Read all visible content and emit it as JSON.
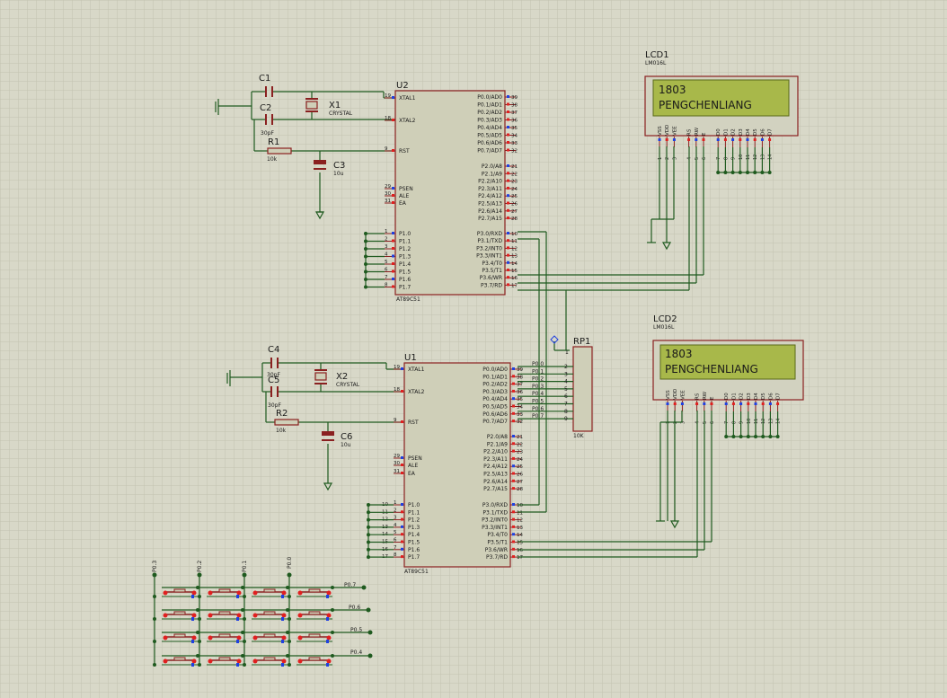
{
  "colors": {
    "background": "#d8d8c8",
    "grid": "#c2c2b0",
    "wire": "#1f5a1f",
    "component": "#8a2020",
    "ic_fill": "#cfcfb8",
    "lcd_body": "#d2d2c0",
    "lcd_screen": "#a8b84a",
    "lcd_text": "#1a1a1a",
    "pin_red": "#e02020",
    "pin_blue": "#2040e0"
  },
  "u2": {
    "ref": "U2",
    "part": "AT89C51",
    "left_pins": [
      {
        "num": "19",
        "name": "XTAL1"
      },
      {
        "num": "18",
        "name": "XTAL2"
      },
      {
        "num": "9",
        "name": "RST"
      },
      {
        "num": "29",
        "name": "PSEN"
      },
      {
        "num": "30",
        "name": "ALE"
      },
      {
        "num": "31",
        "name": "EA"
      },
      {
        "num": "1",
        "name": "P1.0"
      },
      {
        "num": "2",
        "name": "P1.1"
      },
      {
        "num": "3",
        "name": "P1.2"
      },
      {
        "num": "4",
        "name": "P1.3"
      },
      {
        "num": "5",
        "name": "P1.4"
      },
      {
        "num": "6",
        "name": "P1.5"
      },
      {
        "num": "7",
        "name": "P1.6"
      },
      {
        "num": "8",
        "name": "P1.7"
      }
    ],
    "right_pins": [
      {
        "num": "39",
        "name": "P0.0/AD0"
      },
      {
        "num": "38",
        "name": "P0.1/AD1"
      },
      {
        "num": "37",
        "name": "P0.2/AD2"
      },
      {
        "num": "36",
        "name": "P0.3/AD3"
      },
      {
        "num": "35",
        "name": "P0.4/AD4"
      },
      {
        "num": "34",
        "name": "P0.5/AD5"
      },
      {
        "num": "33",
        "name": "P0.6/AD6"
      },
      {
        "num": "32",
        "name": "P0.7/AD7"
      },
      {
        "num": "21",
        "name": "P2.0/A8"
      },
      {
        "num": "22",
        "name": "P2.1/A9"
      },
      {
        "num": "23",
        "name": "P2.2/A10"
      },
      {
        "num": "24",
        "name": "P2.3/A11"
      },
      {
        "num": "25",
        "name": "P2.4/A12"
      },
      {
        "num": "26",
        "name": "P2.5/A13"
      },
      {
        "num": "27",
        "name": "P2.6/A14"
      },
      {
        "num": "28",
        "name": "P2.7/A15"
      },
      {
        "num": "10",
        "name": "P3.0/RXD"
      },
      {
        "num": "11",
        "name": "P3.1/TXD"
      },
      {
        "num": "12",
        "name": "P3.2/INT0"
      },
      {
        "num": "13",
        "name": "P3.3/INT1"
      },
      {
        "num": "14",
        "name": "P3.4/T0"
      },
      {
        "num": "15",
        "name": "P3.5/T1"
      },
      {
        "num": "16",
        "name": "P3.6/WR"
      },
      {
        "num": "17",
        "name": "P3.7/RD"
      }
    ]
  },
  "u1": {
    "ref": "U1",
    "part": "AT89C51",
    "left_pins": [
      {
        "num": "19",
        "name": "XTAL1"
      },
      {
        "num": "18",
        "name": "XTAL2"
      },
      {
        "num": "9",
        "name": "RST"
      },
      {
        "num": "29",
        "name": "PSEN"
      },
      {
        "num": "30",
        "name": "ALE"
      },
      {
        "num": "31",
        "name": "EA"
      },
      {
        "num": "1",
        "name": "P1.0"
      },
      {
        "num": "2",
        "name": "P1.1"
      },
      {
        "num": "3",
        "name": "P1.2"
      },
      {
        "num": "4",
        "name": "P1.3"
      },
      {
        "num": "5",
        "name": "P1.4"
      },
      {
        "num": "6",
        "name": "P1.5"
      },
      {
        "num": "7",
        "name": "P1.6"
      },
      {
        "num": "8",
        "name": "P1.7"
      }
    ],
    "outside_left_nums": [
      "10",
      "11",
      "12",
      "13",
      "14",
      "15",
      "16",
      "17"
    ],
    "right_pins": [
      {
        "num": "39",
        "name": "P0.0/AD0"
      },
      {
        "num": "38",
        "name": "P0.1/AD1"
      },
      {
        "num": "37",
        "name": "P0.2/AD2"
      },
      {
        "num": "36",
        "name": "P0.3/AD3"
      },
      {
        "num": "35",
        "name": "P0.4/AD4"
      },
      {
        "num": "34",
        "name": "P0.5/AD5"
      },
      {
        "num": "33",
        "name": "P0.6/AD6"
      },
      {
        "num": "32",
        "name": "P0.7/AD7"
      },
      {
        "num": "21",
        "name": "P2.0/A8"
      },
      {
        "num": "22",
        "name": "P2.1/A9"
      },
      {
        "num": "23",
        "name": "P2.2/A10"
      },
      {
        "num": "24",
        "name": "P2.3/A11"
      },
      {
        "num": "25",
        "name": "P2.4/A12"
      },
      {
        "num": "26",
        "name": "P2.5/A13"
      },
      {
        "num": "27",
        "name": "P2.6/A14"
      },
      {
        "num": "28",
        "name": "P2.7/A15"
      },
      {
        "num": "10",
        "name": "P3.0/RXD"
      },
      {
        "num": "11",
        "name": "P3.1/TXD"
      },
      {
        "num": "12",
        "name": "P3.2/INT0"
      },
      {
        "num": "13",
        "name": "P3.3/INT1"
      },
      {
        "num": "14",
        "name": "P3.4/T0"
      },
      {
        "num": "15",
        "name": "P3.5/T1"
      },
      {
        "num": "16",
        "name": "P3.6/WR"
      },
      {
        "num": "17",
        "name": "P3.7/RD"
      }
    ]
  },
  "parts_top": {
    "c1": "C1",
    "c2": "C2",
    "c2_value": "30pF",
    "x1": "X1",
    "x1_value": "CRYSTAL",
    "r1": "R1",
    "r1_value": "10k",
    "c3": "C3",
    "c3_value": "10u"
  },
  "parts_bottom": {
    "c4": "C4",
    "c4_value": "30pF",
    "c5": "C5",
    "c5_value": "30pF",
    "x2": "X2",
    "x2_value": "CRYSTAL",
    "r2": "R2",
    "r2_value": "10k",
    "c6": "C6",
    "c6_value": "10u"
  },
  "rp1": {
    "ref": "RP1",
    "value": "10K",
    "pin1": "1",
    "pins": [
      "2",
      "3",
      "4",
      "5",
      "6",
      "7",
      "8",
      "9"
    ],
    "nets": [
      "P0.0",
      "P0.1",
      "P0.2",
      "P0.3",
      "P0.4",
      "P0.5",
      "P0.6",
      "P0.7"
    ]
  },
  "lcd1": {
    "ref": "LCD1",
    "part": "LM016L",
    "line1": "1803",
    "line2": "PENGCHENLIANG",
    "pins": [
      "VSS",
      "VDD",
      "VEE",
      "RS",
      "RW",
      "E",
      "D0",
      "D1",
      "D2",
      "D3",
      "D4",
      "D5",
      "D6",
      "D7"
    ],
    "nums": [
      "1",
      "2",
      "3",
      "4",
      "5",
      "6",
      "7",
      "8",
      "9",
      "10",
      "11",
      "12",
      "13",
      "14"
    ]
  },
  "lcd2": {
    "ref": "LCD2",
    "part": "LM016L",
    "line1": "1803",
    "line2": "PENGCHENLIANG",
    "pins": [
      "VSS",
      "VDD",
      "VEE",
      "RS",
      "RW",
      "E",
      "D0",
      "D1",
      "D2",
      "D3",
      "D4",
      "D5",
      "D6",
      "D7"
    ],
    "nums": [
      "1",
      "2",
      "3",
      "4",
      "5",
      "6",
      "7",
      "8",
      "9",
      "10",
      "11",
      "12",
      "13",
      "14"
    ]
  },
  "keypad": {
    "col_nets": [
      "P0.3",
      "P0.2",
      "P0.1",
      "P0.0"
    ],
    "row_nets": [
      "P0.7",
      "P0.6",
      "P0.5",
      "P0.4"
    ]
  }
}
